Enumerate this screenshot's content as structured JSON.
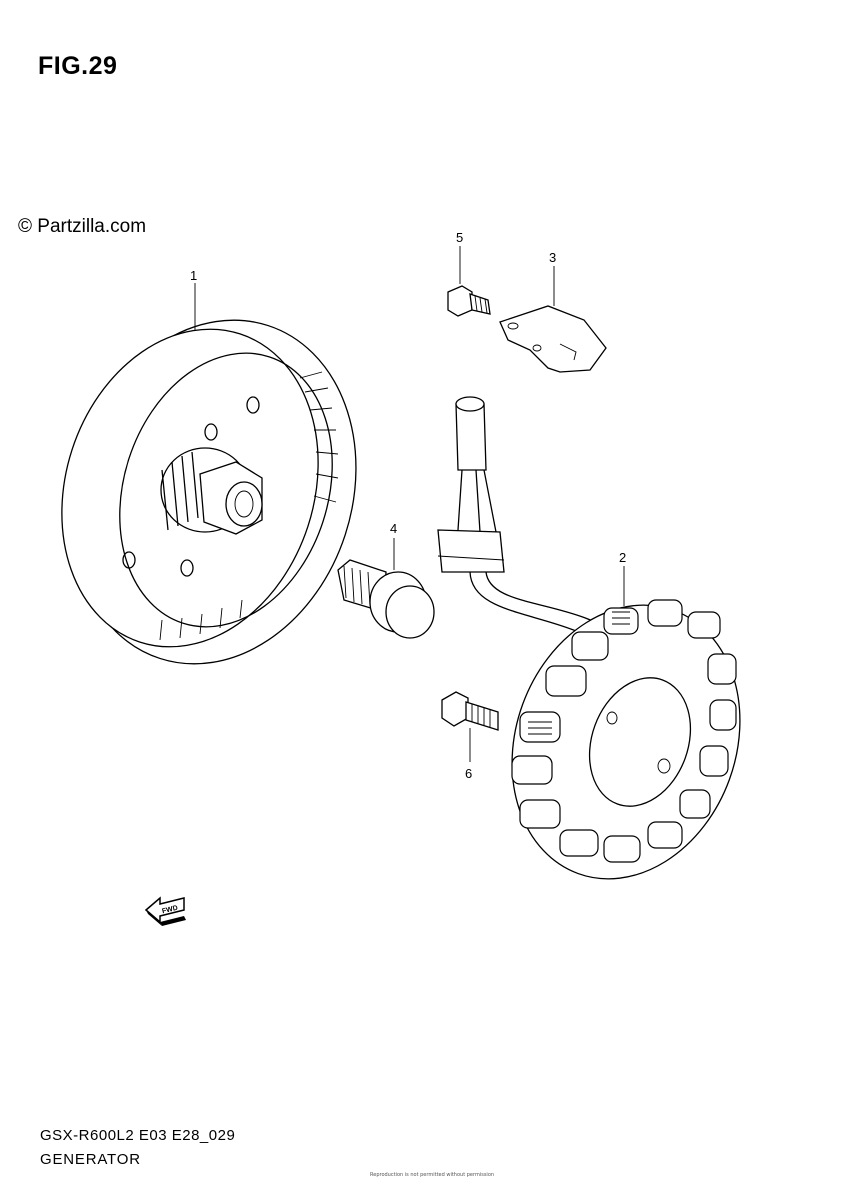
{
  "figure": {
    "title": "FIG.29",
    "watermark": "© Partzilla.com",
    "model_code": "GSX-R600L2 E03 E28_029",
    "section_name": "GENERATOR",
    "fwd_label": "FWD",
    "fine_print": "Reproduction is not permitted without permission"
  },
  "callouts": [
    {
      "id": "1",
      "label": "1"
    },
    {
      "id": "2",
      "label": "2"
    },
    {
      "id": "3",
      "label": "3"
    },
    {
      "id": "4",
      "label": "4"
    },
    {
      "id": "5",
      "label": "5"
    },
    {
      "id": "6",
      "label": "6"
    }
  ]
}
